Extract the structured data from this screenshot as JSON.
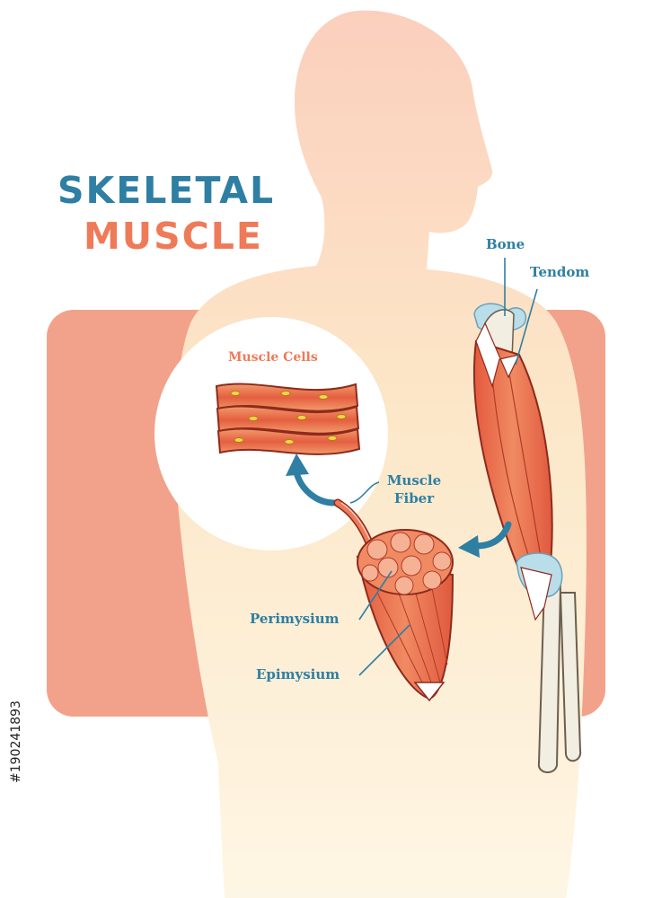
{
  "title": {
    "line1": "SKELETAL",
    "line2": "MUSCLE"
  },
  "labels": {
    "bone": "Bone",
    "tendon": "Tendom",
    "muscle_cells": "Muscle Cells",
    "muscle_fiber_line1": "Muscle",
    "muscle_fiber_line2": "Fiber",
    "perimysium": "Perimysium",
    "epimysium": "Epimysium"
  },
  "stock_id": "#190241893",
  "colors": {
    "title_blue": "#2e7fa3",
    "title_orange": "#ef7a58",
    "backdrop_salmon": "#f2a28a",
    "silhouette_top": "#fbd3c2",
    "silhouette_bottom": "#fdf3d8",
    "muscle_red": "#e0593e",
    "muscle_orange": "#f08a63",
    "tendon_white": "#ffffff",
    "cartilage_blue": "#b9dde9",
    "bone_cream": "#f3eee2",
    "arrow_blue": "#2e7fa3"
  },
  "icons": [
    "curved-arrow-icon",
    "curved-arrow-icon"
  ]
}
